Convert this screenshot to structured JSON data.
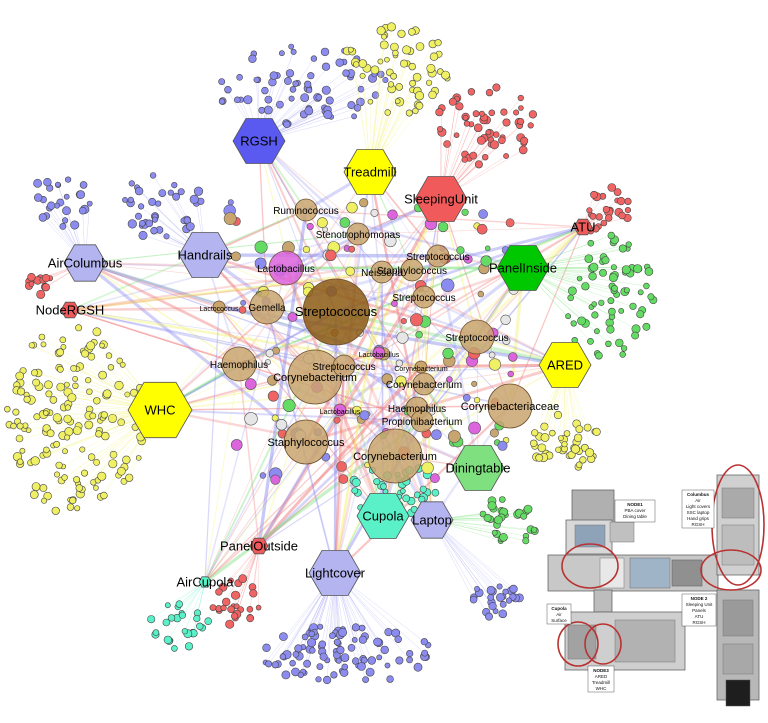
{
  "colors": {
    "red": "#f05a5a",
    "yellow": "#ffff00",
    "green_bright": "#00c800",
    "green_light": "#7ee07e",
    "lavender": "#b4b4f0",
    "blue": "#5a5af0",
    "teal": "#5af0c8",
    "brown": "#c8a46e",
    "brown_dark": "#8c5a14",
    "magenta": "#dc64dc",
    "edge_red": "#f07a7a",
    "edge_yellow": "#f0f064",
    "edge_green": "#64dc64",
    "edge_blue": "#8c8cf0"
  },
  "locations": [
    {
      "label": "RGSH",
      "color": "blue",
      "size": "large"
    },
    {
      "label": "Treadmill",
      "color": "yellow",
      "size": "large"
    },
    {
      "label": "SleepingUnit",
      "color": "red",
      "size": "large"
    },
    {
      "label": "ATU",
      "color": "red",
      "size": "small"
    },
    {
      "label": "Handrails",
      "color": "lavender",
      "size": "large"
    },
    {
      "label": "AirColumbus",
      "color": "lavender",
      "size": "medium"
    },
    {
      "label": "NodeRGSH",
      "color": "red",
      "size": "small"
    },
    {
      "label": "PanelInside",
      "color": "green_bright",
      "size": "large"
    },
    {
      "label": "ARED",
      "color": "yellow",
      "size": "large"
    },
    {
      "label": "WHC",
      "color": "yellow",
      "size": "xlarge"
    },
    {
      "label": "Diningtable",
      "color": "green_light",
      "size": "large"
    },
    {
      "label": "Cupola",
      "color": "teal",
      "size": "large"
    },
    {
      "label": "Laptop",
      "color": "lavender",
      "size": "medium"
    },
    {
      "label": "PanelOutside",
      "color": "red",
      "size": "small"
    },
    {
      "label": "AirCupola",
      "color": "teal",
      "size": "tiny"
    },
    {
      "label": "Lightcover",
      "color": "lavender",
      "size": "large"
    }
  ],
  "taxa": [
    {
      "label": "Streptococcus",
      "size": "huge",
      "color": "brown_dark"
    },
    {
      "label": "Corynebacterium",
      "size": "xlarge",
      "color": "brown"
    },
    {
      "label": "Corynebacterium",
      "size": "xlarge",
      "color": "brown"
    },
    {
      "label": "Corynebacteriaceae",
      "size": "large",
      "color": "brown"
    },
    {
      "label": "Staphylococcus",
      "size": "large",
      "color": "brown"
    },
    {
      "label": "Haemophilus",
      "size": "medium",
      "color": "brown"
    },
    {
      "label": "Gemella",
      "size": "medium",
      "color": "brown"
    },
    {
      "label": "Lactobacillus",
      "size": "medium",
      "color": "magenta"
    },
    {
      "label": "Ruminococcus",
      "size": "small",
      "color": "brown"
    },
    {
      "label": "Stenotrophomonas",
      "size": "small",
      "color": "brown"
    },
    {
      "label": "Neisseria",
      "size": "small",
      "color": "brown"
    },
    {
      "label": "Streptococcus",
      "size": "small",
      "color": "brown"
    },
    {
      "label": "Staphylococcus",
      "size": "small",
      "color": "brown"
    },
    {
      "label": "Streptococcus",
      "size": "small",
      "color": "brown"
    },
    {
      "label": "Streptococcus",
      "size": "medium",
      "color": "brown"
    },
    {
      "label": "Streptococcus",
      "size": "small",
      "color": "brown"
    },
    {
      "label": "Corynebacterium",
      "size": "small",
      "color": "brown"
    },
    {
      "label": "Haemophilus",
      "size": "small",
      "color": "brown"
    },
    {
      "label": "Propionibacterium",
      "size": "small",
      "color": "brown"
    },
    {
      "label": "Lactococcus",
      "size": "tiny",
      "color": "brown"
    },
    {
      "label": "Lactobacillus",
      "size": "tiny",
      "color": "magenta"
    },
    {
      "label": "Lactobacillus",
      "size": "tiny",
      "color": "magenta"
    },
    {
      "label": "Corynebacterium",
      "size": "tiny",
      "color": "brown"
    }
  ],
  "iss_map": {
    "node1": {
      "title": "NODE1",
      "lines": [
        "PBA cover",
        "Dining table"
      ]
    },
    "columbus": {
      "title": "Columbus",
      "lines": [
        "Air",
        "Light covers",
        "SSC laptop",
        "Hand grips",
        "RGSH"
      ]
    },
    "node2": {
      "title": "NODE 2",
      "lines": [
        "Sleeping Unit",
        "Panels",
        "ATU",
        "RGSH"
      ]
    },
    "cupola": {
      "title": "Cupola",
      "lines": [
        "Air",
        "Surface"
      ]
    },
    "node3": {
      "title": "NODE3",
      "lines": [
        "ARED",
        "Treadmill",
        "WHC"
      ]
    }
  }
}
